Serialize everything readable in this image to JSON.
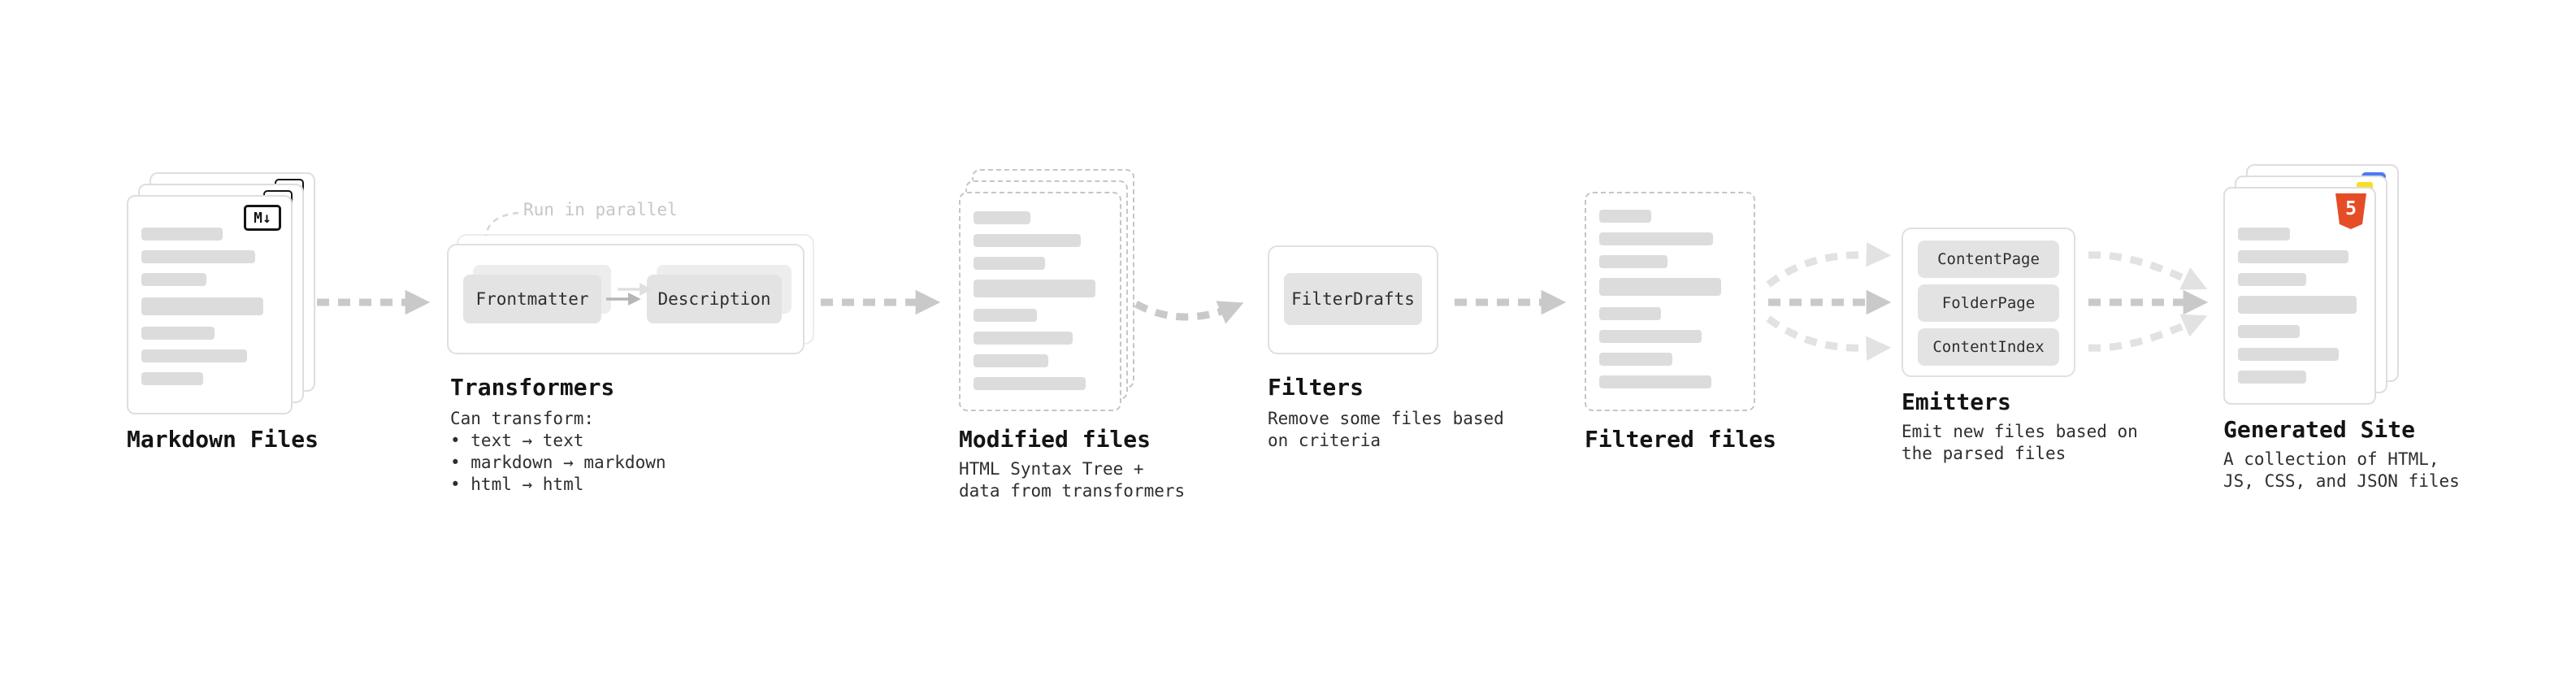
{
  "stages": {
    "markdown_files": {
      "label": "Markdown Files",
      "badge": "M↓"
    },
    "transformers": {
      "label": "Transformers",
      "parallel_note": "Run in parallel",
      "buttons": [
        "Frontmatter",
        "Description"
      ],
      "desc_title": "Can transform:",
      "bullets": [
        "• text → text",
        "• markdown → markdown",
        "• html → html"
      ]
    },
    "modified_files": {
      "label": "Modified files",
      "desc": [
        "HTML Syntax Tree +",
        "data from transformers"
      ]
    },
    "filters": {
      "label": "Filters",
      "buttons": [
        "FilterDrafts"
      ],
      "desc": [
        "Remove some files based",
        "on criteria"
      ]
    },
    "filtered_files": {
      "label": "Filtered files"
    },
    "emitters": {
      "label": "Emitters",
      "buttons": [
        "ContentPage",
        "FolderPage",
        "ContentIndex"
      ],
      "desc": [
        "Emit new files based on",
        "the parsed files"
      ]
    },
    "generated_site": {
      "label": "Generated Site",
      "badge": "5",
      "desc": [
        "A collection of HTML,",
        "JS, CSS, and JSON files"
      ]
    }
  },
  "colors": {
    "arrow": "#c9c9c9",
    "arrow_light": "#e2e2e2",
    "card_border": "#dedede",
    "dashed_border": "#c6c6c6",
    "placeholder_bar": "#dcdcdc",
    "button_bg": "#e3e3e3",
    "note_text": "#c6c6c6",
    "html5_orange": "#e44d26",
    "js_yellow": "#f7df1e",
    "blue_badge": "#4d79f0"
  }
}
